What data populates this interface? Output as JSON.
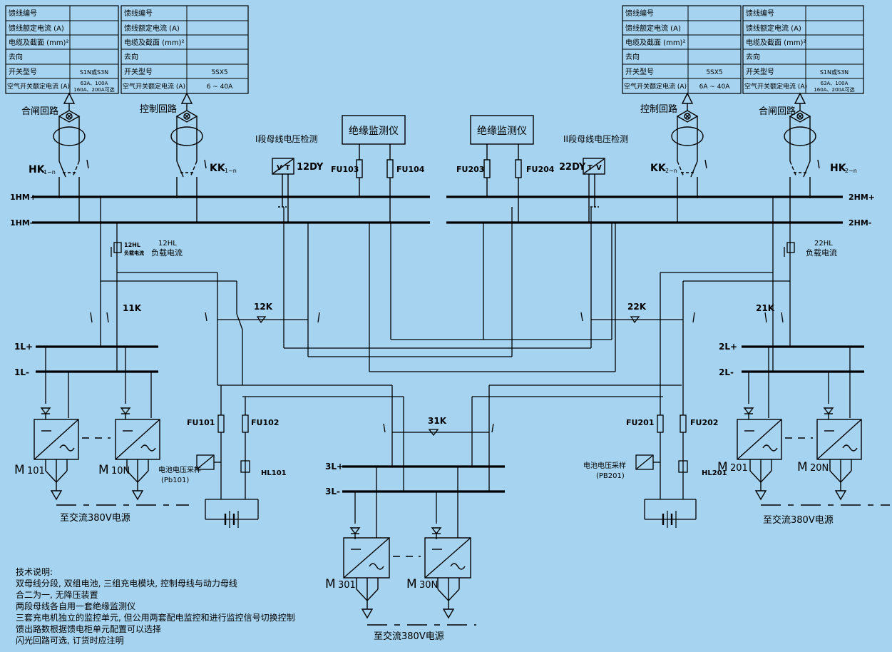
{
  "colors": {
    "background": "#a6d3ef",
    "line": "#000000"
  },
  "tables": {
    "left_a": {
      "rows": [
        {
          "label": "馈线编号",
          "value": ""
        },
        {
          "label": "馈线额定电流 (A)",
          "value": ""
        },
        {
          "label": "电缆及截面 (mm)²",
          "value": ""
        },
        {
          "label": "去向",
          "value": ""
        },
        {
          "label": "开关型号",
          "value": "S1N或S3N"
        },
        {
          "label": "空气开关额定电流 (A)",
          "value": "63A、100A",
          "value2": "160A、200A可选"
        }
      ]
    },
    "left_b": {
      "rows": [
        {
          "label": "馈线编号",
          "value": ""
        },
        {
          "label": "馈线额定电流 (A)",
          "value": ""
        },
        {
          "label": "电缆及截面 (mm)²",
          "value": ""
        },
        {
          "label": "去向",
          "value": ""
        },
        {
          "label": "开关型号",
          "value": "5SX5"
        },
        {
          "label": "空气开关额定电流 (A)",
          "value": "6 ~ 40A"
        }
      ]
    },
    "right_a": {
      "rows": [
        {
          "label": "馈线编号",
          "value": ""
        },
        {
          "label": "馈线额定电流 (A)",
          "value": ""
        },
        {
          "label": "电缆及截面 (mm)²",
          "value": ""
        },
        {
          "label": "去向",
          "value": ""
        },
        {
          "label": "开关型号",
          "value": "5SX5"
        },
        {
          "label": "空气开关额定电流 (A)",
          "value": "6A ~ 40A"
        }
      ]
    },
    "right_b": {
      "rows": [
        {
          "label": "馈线编号",
          "value": ""
        },
        {
          "label": "馈线额定电流 (A)",
          "value": ""
        },
        {
          "label": "电缆及截面 (mm)²",
          "value": ""
        },
        {
          "label": "去向",
          "value": ""
        },
        {
          "label": "开关型号",
          "value": "S1N或S3N"
        },
        {
          "label": "空气开关额定电流 (A)",
          "value": "63A、100A",
          "value2": "160A、200A可选"
        }
      ]
    }
  },
  "labels": {
    "closing_circuit": "合闸回路",
    "control_circuit": "控制回路",
    "hk1": "HK",
    "hk1_sub": "1~n",
    "kk1": "KK",
    "kk1_sub": "1~n",
    "kk2": "KK",
    "kk2_sub": "2~n",
    "hk2": "HK",
    "hk2_sub": "2~n",
    "bus1_voltage_detect": "I段母线电压检测",
    "bus2_voltage_detect": "II段母线电压检测",
    "insulation_monitor": "绝缘监测仪",
    "dy12": "12DY",
    "dy22": "22DY",
    "fu103": "FU103",
    "fu104": "FU104",
    "fu203": "FU203",
    "fu204": "FU204",
    "hm1p": "1HM+",
    "hm1n": "1HM-",
    "hm2p": "2HM+",
    "hm2n": "2HM-",
    "hl12_small": "12HL",
    "hl12_small2": "负载电流",
    "hl12": "12HL",
    "load_current": "负载电流",
    "hl22": "22HL",
    "k11": "11K",
    "k12": "12K",
    "k22": "22K",
    "k21": "21K",
    "k31": "31K",
    "l1p": "1L+",
    "l1n": "1L-",
    "l2p": "2L+",
    "l2n": "2L-",
    "l3p": "3L+",
    "l3n": "3L-",
    "fu101": "FU101",
    "fu102": "FU102",
    "fu201": "FU201",
    "fu202": "FU202",
    "hl101": "HL101",
    "hl201": "HL201",
    "battery_sample": "电池电压采样",
    "pb101": "(Pb101)",
    "pb201": "(PB201)",
    "m101": "M",
    "m101_sub": "101",
    "m10n": "M",
    "m10n_sub": "10N",
    "m201": "M",
    "m201_sub": "201",
    "m20n": "M",
    "m20n_sub": "20N",
    "m301": "M",
    "m301_sub": "301",
    "m30n": "M",
    "m30n_sub": "30N",
    "ac_source": "至交流380V电源",
    "dashes": "— —"
  },
  "notes": [
    "技术说明:",
    "双母线分段, 双组电池, 三组充电模块, 控制母线与动力母线",
    "合二为一, 无降压装置",
    "两段母线各自用一套绝缘监测仪",
    "三套充电机独立的监控单元, 但公用两套配电监控和进行监控信号切换控制",
    "馈出路数根据馈电柜单元配置可以选择",
    "闪光回路可选, 订货时应注明"
  ]
}
